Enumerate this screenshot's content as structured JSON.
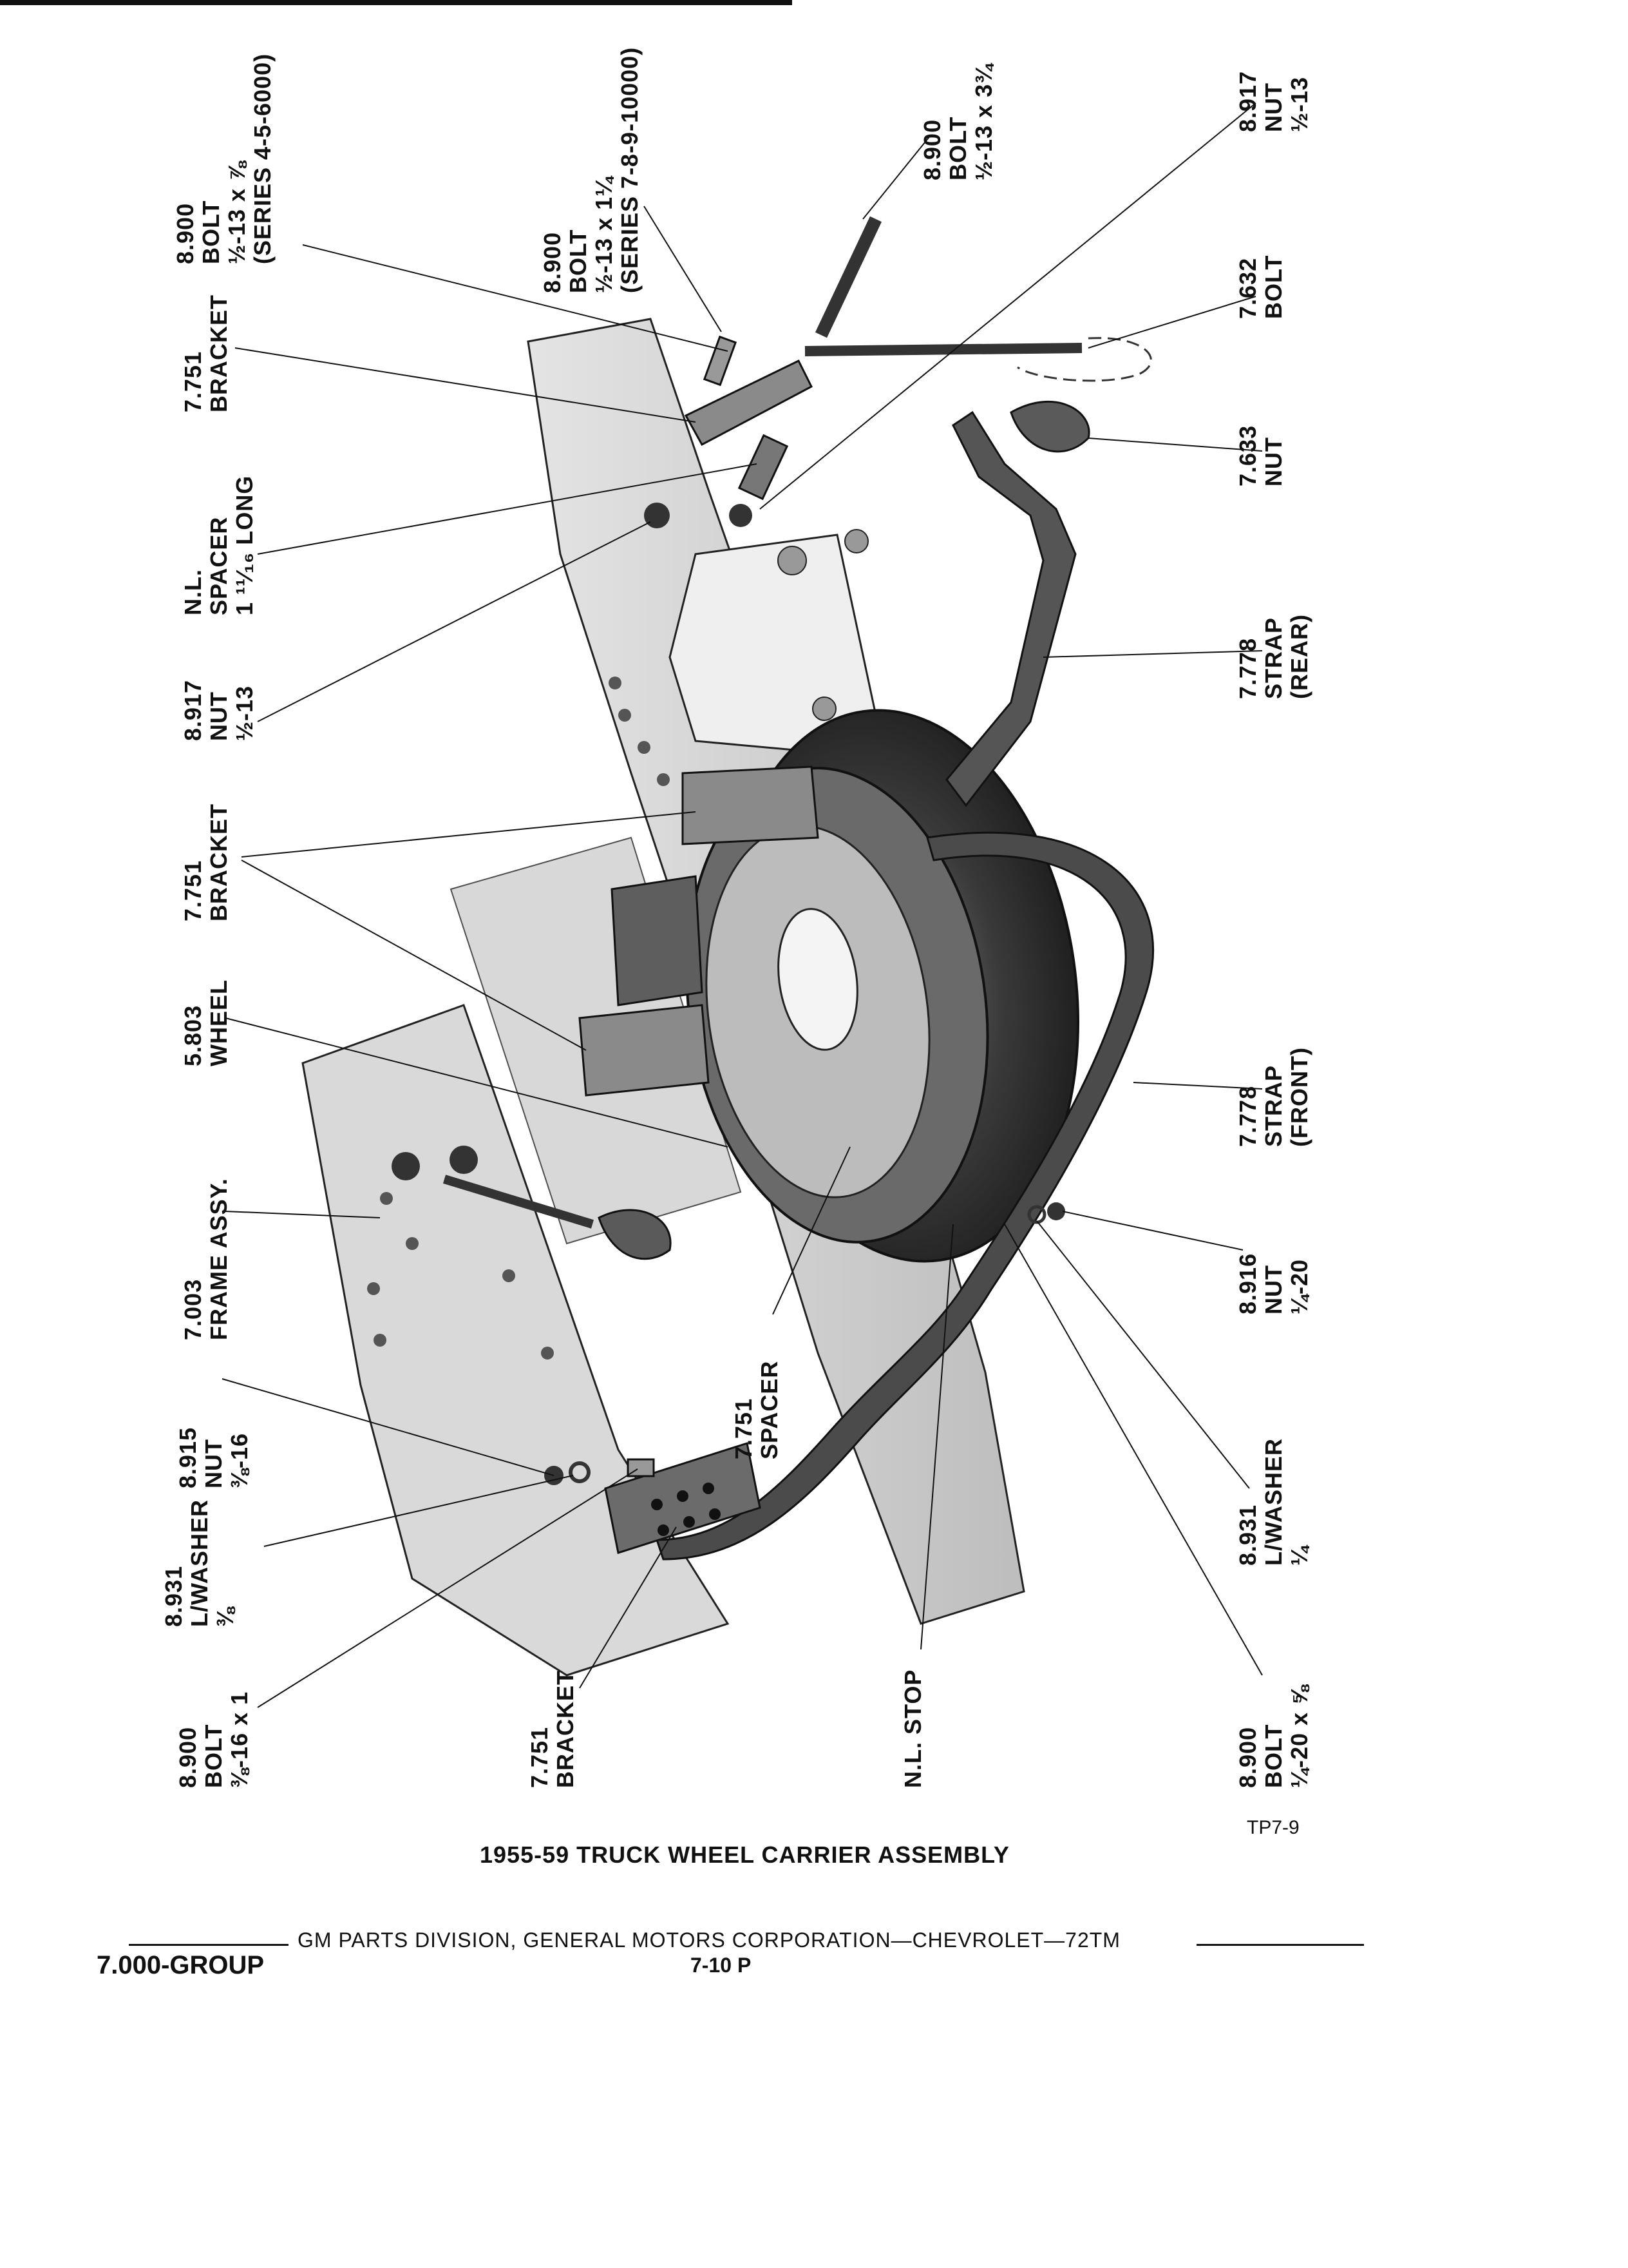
{
  "title": "1955-59 TRUCK WHEEL CARRIER ASSEMBLY",
  "figure_code": "TP7-9",
  "footer": {
    "publisher": "GM PARTS DIVISION, GENERAL MOTORS CORPORATION—CHEVROLET—72TM",
    "group": "7.000-GROUP",
    "page": "7-10 P"
  },
  "callouts": {
    "top_bolt_series_4_5_6000": [
      "8.900",
      "BOLT",
      "½-13 x ⅞",
      "(SERIES 4-5-6000)"
    ],
    "top_bolt_series_7_8_9_10000": [
      "8.900",
      "BOLT",
      "½-13 x 1¼",
      "(SERIES 7-8-9-10000)"
    ],
    "top_bolt_long": [
      "8.900",
      "BOLT",
      "½-13 x 3¾"
    ],
    "top_nut_right": [
      "8.917",
      "NUT",
      "½-13"
    ],
    "bracket_top": [
      "7.751",
      "BRACKET"
    ],
    "eye_bolt": [
      "7.632",
      "BOLT"
    ],
    "wing_nut": [
      "7.633",
      "NUT"
    ],
    "spacer_long": [
      "N.L.",
      "SPACER",
      "1 ¹¹⁄₁₆ LONG"
    ],
    "nut_left": [
      "8.917",
      "NUT",
      "½-13"
    ],
    "strap_rear": [
      "7.778",
      "STRAP",
      "(REAR)"
    ],
    "bracket_middle": [
      "7.751",
      "BRACKET"
    ],
    "wheel": [
      "5.803",
      "WHEEL"
    ],
    "strap_front": [
      "7.778",
      "STRAP",
      "(FRONT)"
    ],
    "frame": [
      "7.003",
      "FRAME ASSY."
    ],
    "nut_quarter": [
      "8.916",
      "NUT",
      "¼-20"
    ],
    "spacer": [
      "7.751",
      "SPACER"
    ],
    "nut_three_eighths": [
      "8.915",
      "NUT",
      "⅜-16"
    ],
    "washer_three_eighths": [
      "8.931",
      "L/WASHER",
      "⅜"
    ],
    "washer_quarter": [
      "8.931",
      "L/WASHER",
      "¼"
    ],
    "bolt_three_eighths": [
      "8.900",
      "BOLT",
      "⅜-16 x 1"
    ],
    "bracket_bottom": [
      "7.751",
      "BRACKET"
    ],
    "stop": [
      "N.L. STOP"
    ],
    "bolt_quarter": [
      "8.900",
      "BOLT",
      "¼-20 x ⅝"
    ]
  },
  "colors": {
    "ink": "#111111",
    "paper": "#ffffff",
    "frame_shade": "#c9c9c9",
    "tire": "#3a3a3a",
    "strap": "#555555"
  }
}
